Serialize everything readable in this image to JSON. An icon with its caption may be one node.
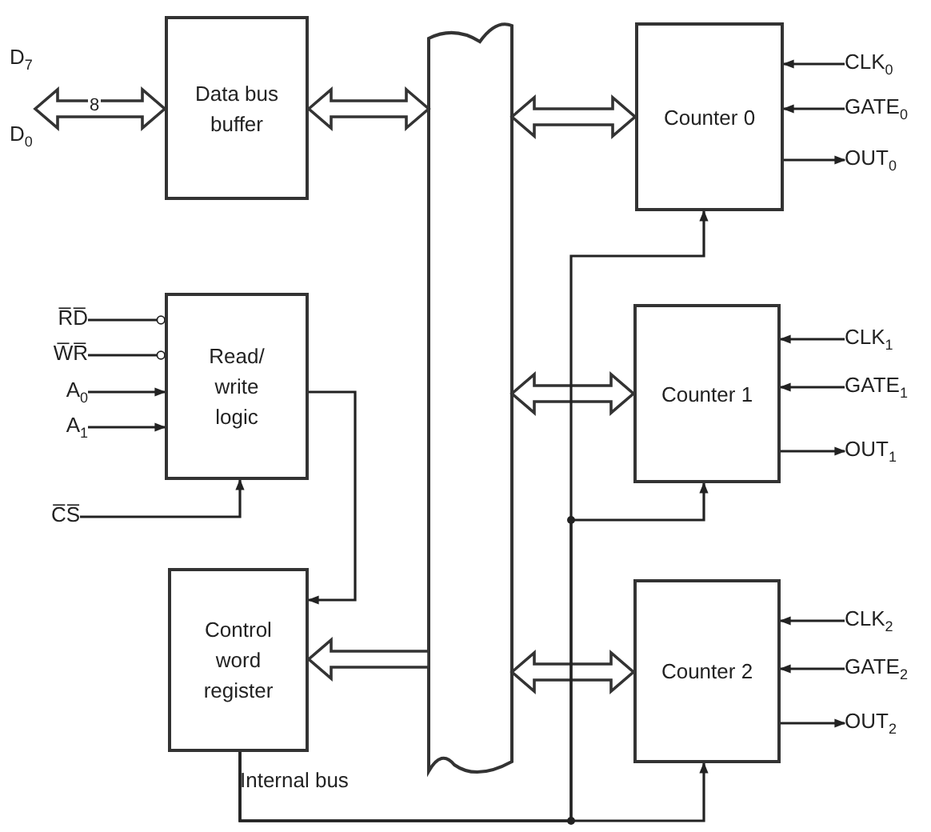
{
  "diagram": {
    "nodes": [
      {
        "text": [
          "Data bus buffer"
        ]
      },
      {
        "text": [
          "Read/ write logic"
        ]
      },
      {
        "text": [
          "Control word register"
        ]
      },
      {
        "text": [],
        "shape": "bar"
      },
      {
        "text": [
          "Counter 0"
        ]
      },
      {
        "text": [
          "Counter 1"
        ]
      },
      {
        "text": [
          "Counter 2"
        ]
      },
      {
        "text": [
          "R̅D̅"
        ]
      },
      {
        "text": [
          "W̅R̅"
        ]
      },
      {
        "text": [
          "A$_{0}$"
        ]
      },
      {
        "text": [
          "A$_{1}$"
        ]
      },
      {
        "text": [
          "C̅S̅"
        ]
      },
      {
        "text": [
          "CLK$_{0}$"
        ]
      },
      {
        "text": [
          "GATE$_{0}$"
        ]
      },
      {
        "text": [
          "OUT$_{0}$"
        ]
      },
      {
        "text": [
          "CLK$_{1}$"
        ]
      },
      {
        "text": [
          "GATE$_{1}$"
        ]
      },
      {
        "text": [
          "OUT$_{1}$"
        ]
      },
      {
        "text": [
          "CLK$_{2}$"
        ]
      },
      {
        "text": [
          "GATE$_{2}$"
        ]
      },
      {
        "text": [
          "OUT$_{2}$"
        ]
      }
    ],
    "edges": [
      {
        "from": null,
        "to": 0,
        "arrow": "both",
        "label": "8"
      },
      {
        "from": 0,
        "to": 3,
        "arrow": "both"
      },
      {
        "from": 7,
        "to": 1,
        "arrow": "other"
      },
      {
        "from": 8,
        "to": 1,
        "arrow": "other"
      },
      {
        "from": 9,
        "to": 1,
        "arrow": "to"
      },
      {
        "from": 10,
        "to": 1,
        "arrow": "to"
      },
      {
        "from": 11,
        "to": 1,
        "arrow": "to"
      },
      {
        "from": 1,
        "to": 2,
        "arrow": "to"
      },
      {
        "from": 3,
        "to": 2,
        "arrow": "to"
      },
      {
        "from": 3,
        "to": 4,
        "arrow": "both"
      },
      {
        "from": 3,
        "to": 5,
        "arrow": "both"
      },
      {
        "from": 3,
        "to": 6,
        "arrow": "both"
      },
      {
        "from": 2,
        "to": 4,
        "arrow": "to"
      },
      {
        "from": 2,
        "to": 5,
        "arrow": "to"
      },
      {
        "from": 2,
        "to": 6,
        "arrow": "to"
      },
      {
        "from": 12,
        "to": 4,
        "arrow": "to"
      },
      {
        "from": 13,
        "to": 4,
        "arrow": "to"
      },
      {
        "from": 4,
        "to": 14,
        "arrow": "to"
      },
      {
        "from": 15,
        "to": 5,
        "arrow": "to"
      },
      {
        "from": 16,
        "to": 5,
        "arrow": "to"
      },
      {
        "from": 5,
        "to": 17,
        "arrow": "to"
      },
      {
        "from": 18,
        "to": 6,
        "arrow": "to"
      },
      {
        "from": 19,
        "to": 6,
        "arrow": "to"
      },
      {
        "from": 6,
        "to": 20,
        "arrow": "to"
      }
    ],
    "labels": [
      "D$_{7}$",
      "D$_{0}$",
      "Internal bus"
    ]
  }
}
